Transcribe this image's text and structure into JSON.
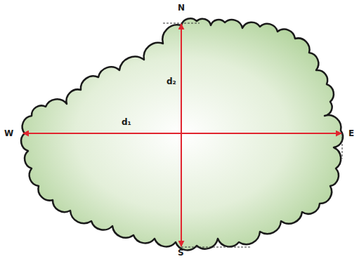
{
  "diagram": {
    "labels": [
      "N",
      "S",
      "W",
      "E",
      "d₁",
      "d₂"
    ]
  }
}
